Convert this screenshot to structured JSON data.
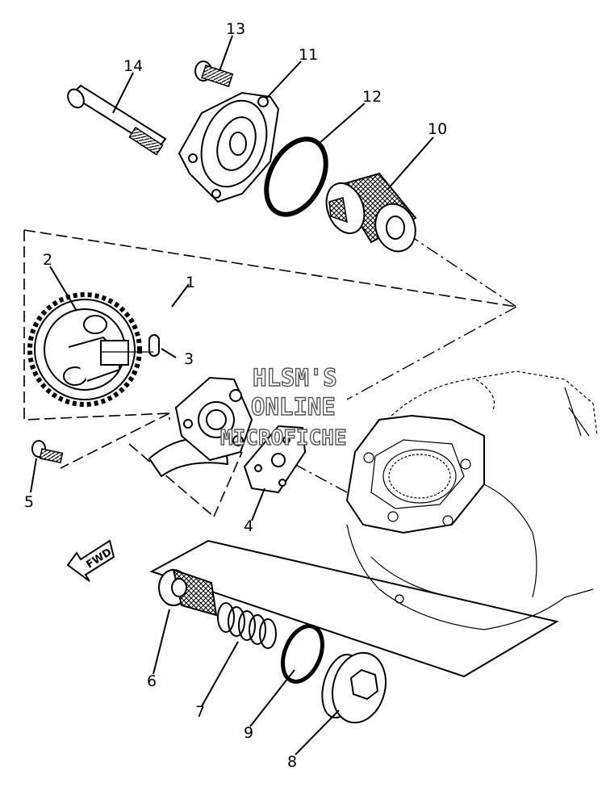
{
  "watermark": {
    "line1": "HLSM'S",
    "line2": "ONLINE",
    "line3": "MICROFICHE"
  },
  "direction_label": "FWD",
  "callouts": [
    "1",
    "2",
    "3",
    "4",
    "5",
    "6",
    "7",
    "8",
    "9",
    "10",
    "11",
    "12",
    "13",
    "14"
  ],
  "icons": {
    "fwd_arrow": "arrow-left-icon"
  }
}
